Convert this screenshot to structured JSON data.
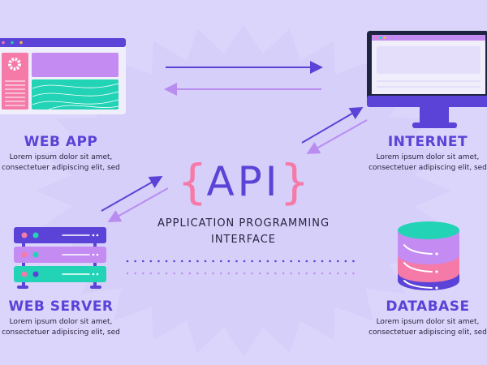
{
  "api": {
    "brace_open": "{",
    "word": "API",
    "brace_close": "}",
    "subtitle_line1": "APPLICATION PROGRAMMING",
    "subtitle_line2": "INTERFACE"
  },
  "nodes": [
    {
      "title": "WEB APP",
      "desc1": "Lorem ipsum dolor sit amet,",
      "desc2": "consectetuer adipiscing elit, sed"
    },
    {
      "title": "INTERNET",
      "desc1": "Lorem ipsum dolor sit amet,",
      "desc2": "consectetuer adipiscing elit, sed"
    },
    {
      "title": "WEB SERVER",
      "desc1": "Lorem ipsum dolor sit amet,",
      "desc2": "consectetuer adipiscing elit, sed"
    },
    {
      "title": "DATABASE",
      "desc1": "Lorem ipsum dolor sit amet,",
      "desc2": "consectetuer adipiscing elit, sed"
    }
  ],
  "colors": {
    "background": "#dcd5fb",
    "indigo": "#5a43d6",
    "pink": "#f57aa8",
    "purple": "#c48cf2",
    "teal": "#22d3b5",
    "light_arrow": "#b98cf0"
  }
}
